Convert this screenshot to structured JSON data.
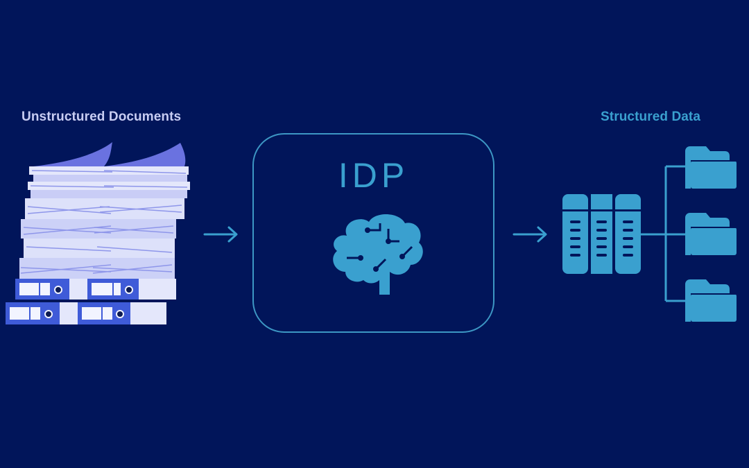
{
  "labels": {
    "left": "Unstructured Documents",
    "right": "Structured Data",
    "center": "IDP"
  },
  "icons": {
    "documents": "document-stack-with-binders",
    "process": "brain-circuit-icon",
    "data": "database-table-icon",
    "folders": "folder-icon"
  },
  "colors": {
    "background": "#01155a",
    "accent": "#3aa0cf",
    "paper": "#dfe3fb",
    "binder": "#3f5bd8",
    "left_label": "#c8cdf3"
  }
}
